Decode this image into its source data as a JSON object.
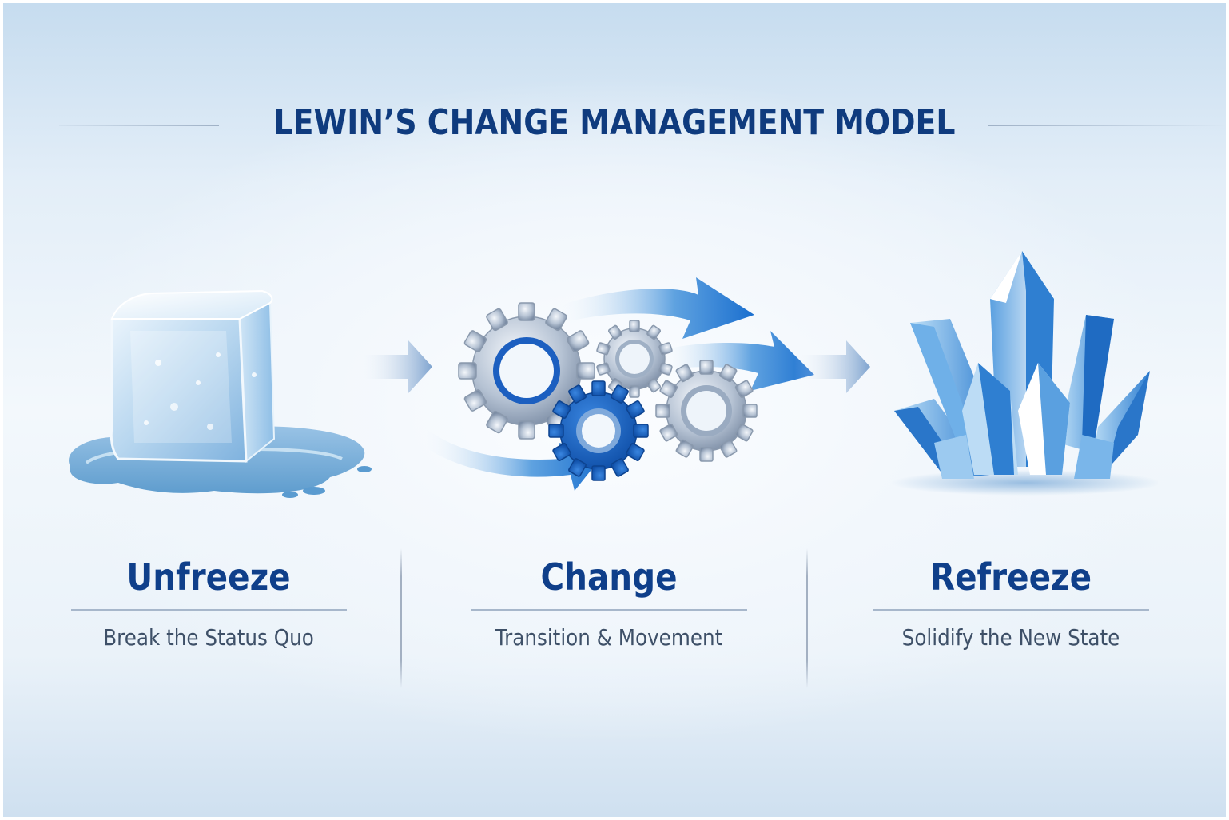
{
  "title": "LEWIN’S CHANGE MANAGEMENT MODEL",
  "stages": [
    {
      "name": "Unfreeze",
      "description": "Break the Status Quo",
      "illustration": "melting-ice-cube-icon"
    },
    {
      "name": "Change",
      "description": "Transition & Movement",
      "illustration": "gears-with-arrows-icon"
    },
    {
      "name": "Refreeze",
      "description": "Solidify the New State",
      "illustration": "ice-crystals-icon"
    }
  ],
  "connectors": [
    {
      "from": "Unfreeze",
      "to": "Change",
      "icon": "arrow-right-icon"
    },
    {
      "from": "Change",
      "to": "Refreeze",
      "icon": "arrow-right-icon"
    }
  ],
  "colors": {
    "title": "#0f3b7e",
    "stage_name": "#0f3f8a",
    "stage_description": "#3e5068",
    "accent_blue": "#1f6fd0",
    "background_top": "#c6dcef",
    "background_center": "#f3f8fc"
  }
}
